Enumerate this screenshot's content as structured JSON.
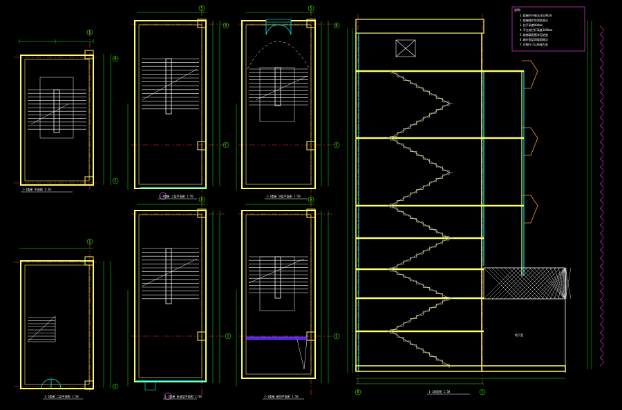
{
  "drawing": {
    "background": "#000000",
    "colors": {
      "wall": "#ffff66",
      "dim": "#00ff00",
      "axis": "#ff3333",
      "stair": "#ffffff",
      "section_stair": "#9999ff",
      "glass": "#00ffff",
      "note_box": "#cc33cc",
      "door": "#00ffff"
    }
  },
  "axis_labels": {
    "five": "5",
    "d": "D",
    "c": "C"
  },
  "plans": [
    {
      "id": "plan-a",
      "caption": "1-1楼梯 平面图 1:50"
    },
    {
      "id": "plan-b",
      "caption": "1-1楼梯 二层平面图 1:50"
    },
    {
      "id": "plan-c",
      "caption": "1-1楼梯 三层平面图 1:50"
    },
    {
      "id": "plan-d",
      "caption": "1-1楼梯 顶层平面图 1:50"
    },
    {
      "id": "plan-e",
      "caption": "1-1楼梯 标准层平面图 1:50"
    },
    {
      "id": "plan-f",
      "caption": "1-1楼梯 屋顶平面图 1:50"
    }
  ],
  "section": {
    "caption": "1-1剖面图 1:50",
    "room_label": "地下室",
    "axis_bottom_left": "D",
    "axis_bottom_right": "C"
  },
  "notes": {
    "title": "说明:",
    "lines": [
      "1.楼梯栏杆做法详见98J8",
      "2.楼梯踏步防滑条做法",
      "3.扶手高度900mm",
      "4.平台处栏杆高度1050mm",
      "5.楼梯梁配筋详见结施",
      "6.踏步面层同楼面做法",
      "7.详细尺寸以结施为准"
    ]
  }
}
